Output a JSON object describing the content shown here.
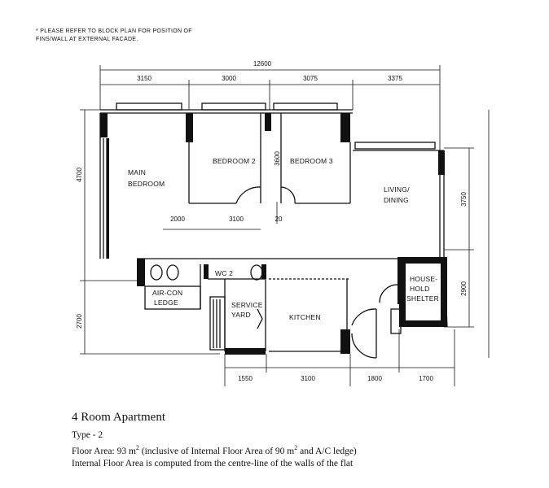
{
  "note": {
    "line1": "* PLEASE REFER TO BLOCK PLAN FOR POSITION OF",
    "line2": "FINS/WALL AT EXTERNAL FACADE."
  },
  "dimensions": {
    "overall_width": "12600",
    "top": [
      "3150",
      "3000",
      "3075",
      "3375"
    ],
    "bottom": [
      "1550",
      "3100",
      "1800",
      "1700"
    ],
    "left": [
      "4700",
      "2700"
    ],
    "right": [
      "3750",
      "2900"
    ],
    "bedroom_partition": "3600",
    "internal_a": "2000",
    "internal_b": "3100",
    "internal_c": "20"
  },
  "rooms": {
    "main_bedroom": [
      "MAIN",
      "BEDROOM"
    ],
    "bedroom_2": "BEDROOM 2",
    "bedroom_3": "BEDROOM 3",
    "living_dining": [
      "LIVING/",
      "DINING"
    ],
    "wc2": "WC 2",
    "aircon_ledge": [
      "AIR-CON",
      "LEDGE"
    ],
    "service_yard": [
      "SERVICE",
      "YARD"
    ],
    "kitchen": "KITCHEN",
    "household_shelter": [
      "HOUSE-",
      "HOLD",
      "SHELTER"
    ]
  },
  "caption": {
    "title": "4 Room Apartment",
    "type": "Type - 2",
    "area_prefix": "Floor Area:  93 m",
    "area_sup": "2",
    "area_mid": "  (inclusive of Internal Floor Area of  90 m",
    "area_sup2": "2",
    "area_suffix": " and A/C ledge)",
    "note": "Internal Floor Area is computed from the centre-line of the walls of the flat"
  }
}
